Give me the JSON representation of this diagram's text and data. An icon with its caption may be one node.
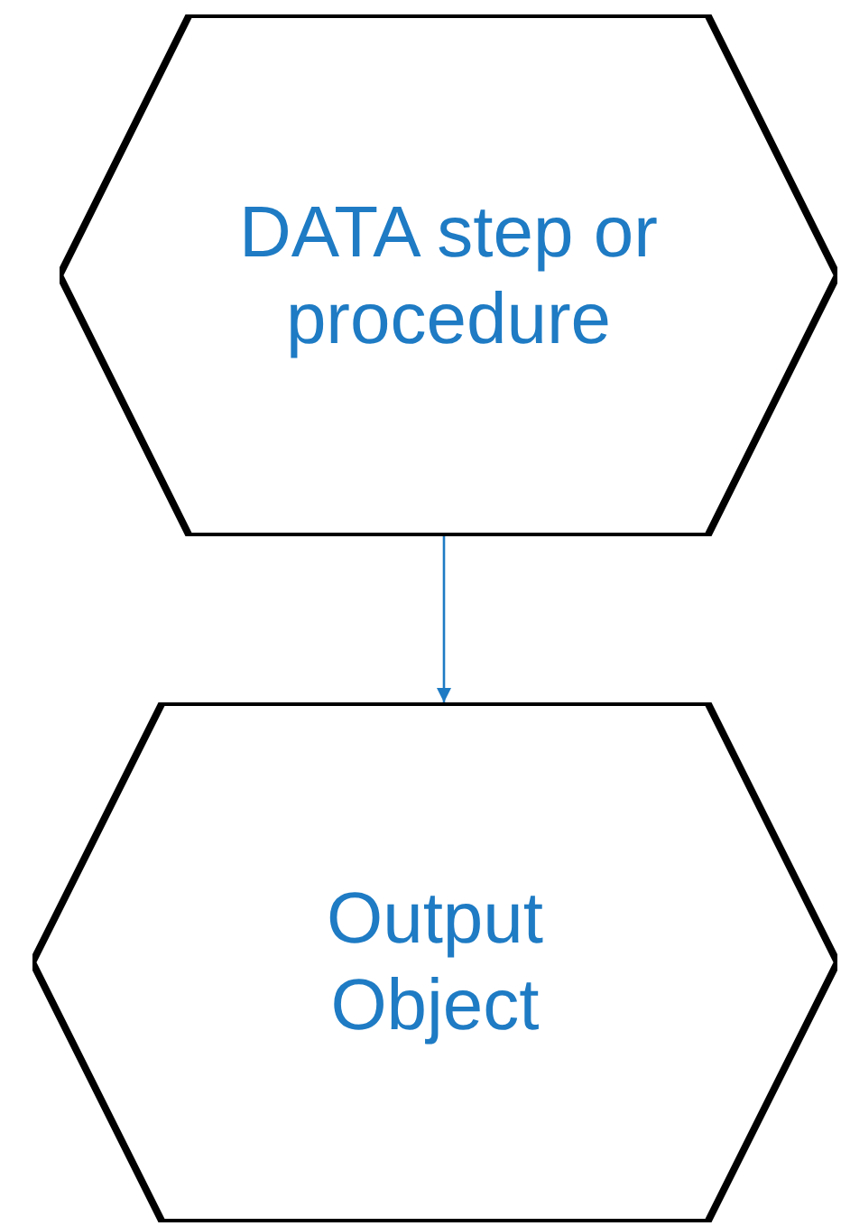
{
  "diagram": {
    "nodes": [
      {
        "text": [
          "DATA step or procedure"
        ]
      },
      {
        "text": [
          "Output Object"
        ]
      }
    ],
    "edges": [
      {
        "from": 0,
        "to": 1,
        "arrow": "to"
      }
    ]
  }
}
